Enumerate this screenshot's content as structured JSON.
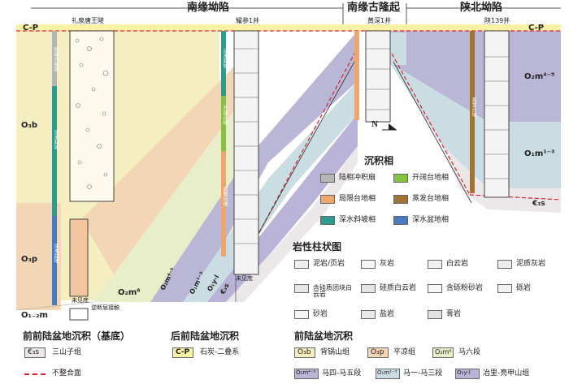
{
  "regions": {
    "south_depression": "南缘坳陷",
    "south_uplift": "南缘古隆起",
    "shaanbei": "陕北坳陷"
  },
  "wells": {
    "w1": "礼泉唐王陵",
    "w2": "耀参1井",
    "w3": "黄深1井",
    "w4": "陕139井"
  },
  "cp_label": "C-P",
  "units": {
    "o3b": "O₃b",
    "o3p": "O₃p",
    "o12m": "O₁₋₂m",
    "o2m6": "O₂m⁶",
    "o2m45": "O₂m⁴⁻⁵",
    "o1m13": "O₁m¹⁻³",
    "o1yl": "O₁y-l",
    "e3s": "€₃s"
  },
  "facies_strips": {
    "w1a": "陆相冲积扇",
    "w1b": "深水斜坡",
    "w1c": "深水盆地",
    "w2a": "深水斜坡",
    "w2b": "开阔台地",
    "w2c": "局限台地",
    "w4a": "蒸发台地"
  },
  "bottom_notes": {
    "w1": "未见底",
    "w1b": "逆断层接触",
    "w2": "未见底"
  },
  "north": "N",
  "facies_legend": {
    "title": "沉积相",
    "items": [
      {
        "label": "陆相冲积扇",
        "color": "#b5b6b8"
      },
      {
        "label": "开阔台地相",
        "color": "#84c33f"
      },
      {
        "label": "局限台地相",
        "color": "#eea56e"
      },
      {
        "label": "蒸发台地相",
        "color": "#a07434"
      },
      {
        "label": "深水斜坡相",
        "color": "#2f9b8c"
      },
      {
        "label": "深水盆地相",
        "color": "#4b7bbf"
      }
    ]
  },
  "litho_legend": {
    "title": "岩性柱状图",
    "items": [
      "泥岩/页岩",
      "灰岩",
      "白云岩",
      "泥质灰岩",
      "含硅质团块白云岩",
      "硅质白云岩",
      "含砾粉砂岩",
      "砾岩",
      "砂岩",
      "盐岩",
      "膏岩"
    ]
  },
  "bottom_legend": {
    "pre_title": "前前陆盆地沉积（基底）",
    "post_title": "后前陆盆地沉积",
    "fore_title": "前陆盆地沉积",
    "e3s_code": "€₃s",
    "e3s_label": "三山子组",
    "cp_code": "C-P",
    "cp_label": "石炭-二叠系",
    "unconf_label": "不整合面",
    "o3b_code": "O₃b",
    "o3b_label": "背锅山组",
    "o3p_code": "O₃p",
    "o3p_label": "平凉组",
    "o2m6_code": "O₂m⁶",
    "o2m6_label": "马六段",
    "o2m45_code": "O₂m⁴⁻⁵",
    "o2m45_label": "马四-马五段",
    "o1m13_code": "O₁m¹⁻³",
    "o1m13_label": "马一-马三段",
    "o1yl_code": "O₁y-l",
    "o1yl_label": "冶里-亮甲山组"
  },
  "colors": {
    "o3b": "#f5eec0",
    "o3p": "#f3d6b6",
    "o2m6": "#e8eeca",
    "o2m45": "#bab6d6",
    "o1m13": "#c9dde2",
    "o1yl": "#b9b3d8",
    "e3s": "#ece7e8",
    "cp": "#fbf2a5",
    "unconf": "#d9232e"
  }
}
